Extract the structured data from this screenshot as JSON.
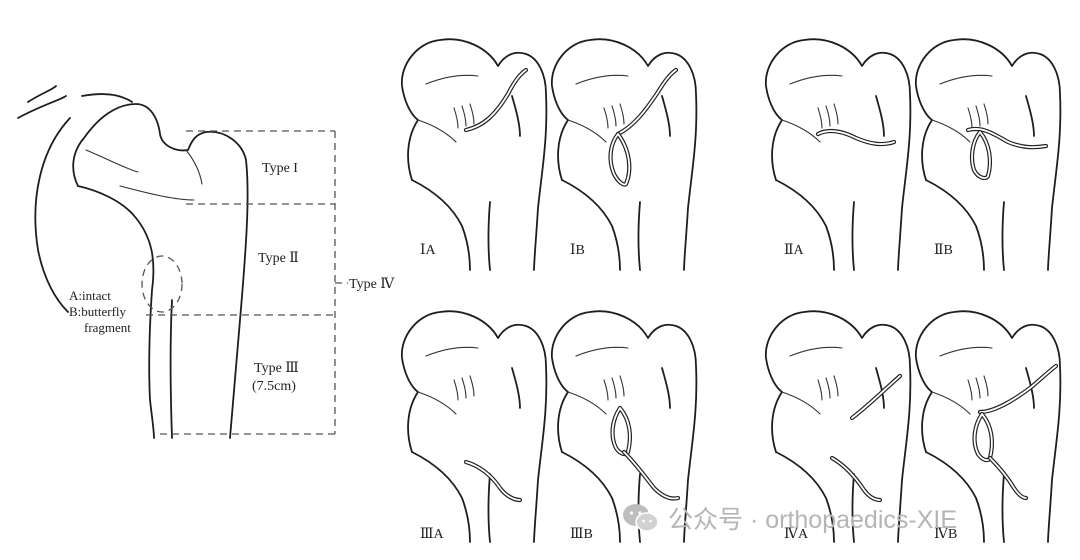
{
  "main_figure": {
    "zones": [
      "Type I",
      "Type Ⅱ",
      "Type Ⅲ"
    ],
    "zone_note": "(7.5cm)",
    "type_iv": "Type Ⅳ",
    "legend_lines": [
      "A:intact",
      "B:butterfly",
      "fragment"
    ]
  },
  "panels": [
    "ⅠA",
    "ⅠB",
    "ⅡA",
    "ⅡB",
    "ⅢA",
    "ⅢB",
    "ⅣA",
    "ⅣB"
  ],
  "watermark": {
    "text": "公众号 · orthopaedics-XIE",
    "icon": "wechat-logo-icon"
  }
}
